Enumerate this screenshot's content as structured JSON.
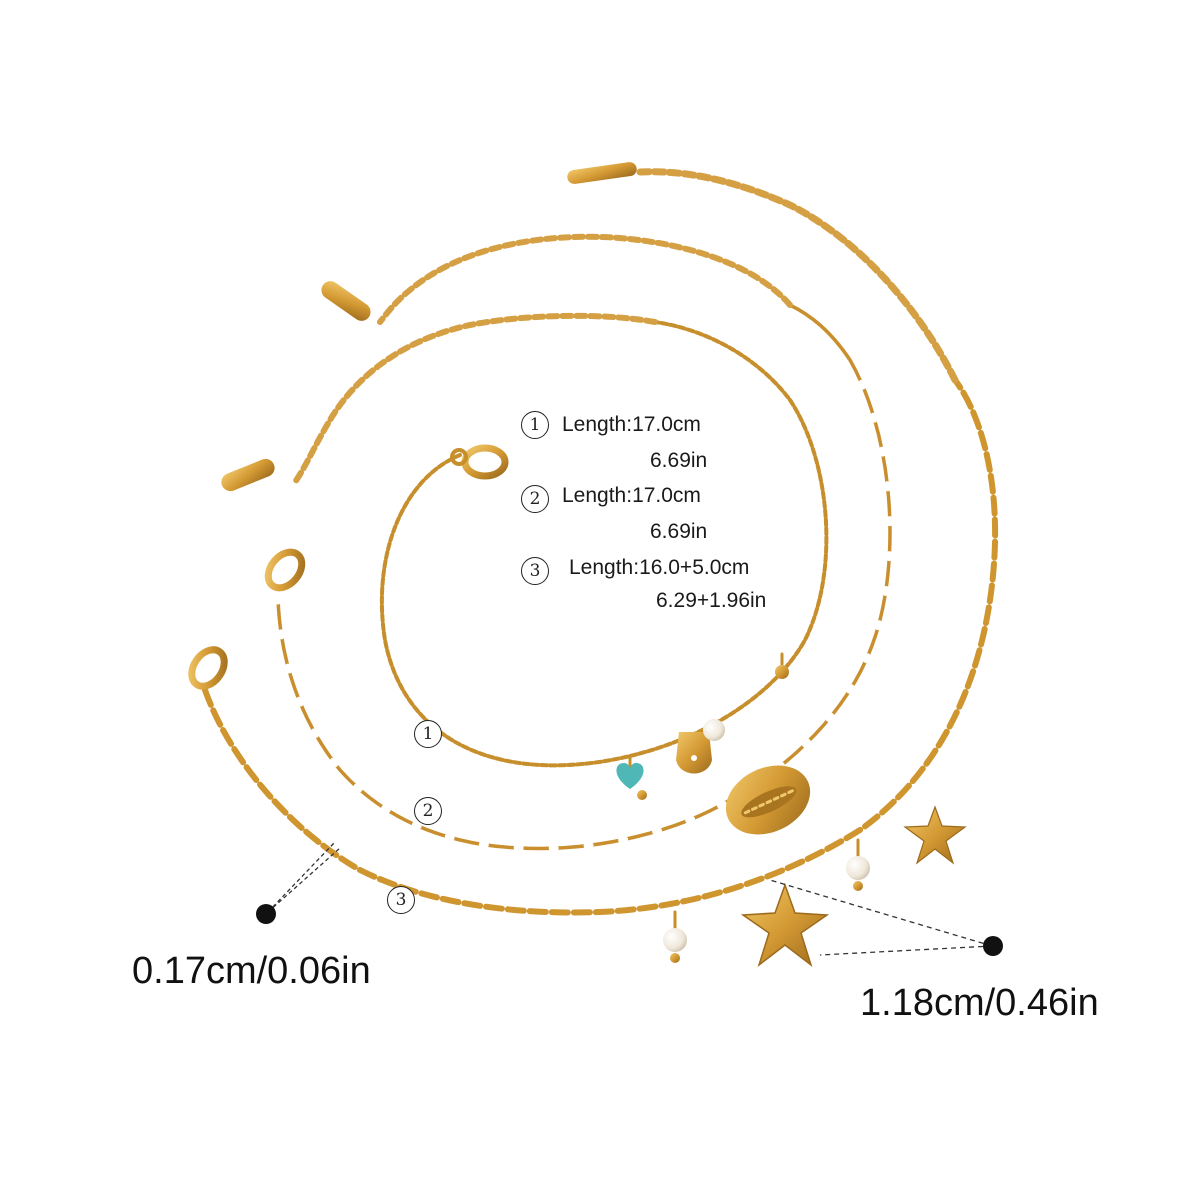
{
  "specs": [
    {
      "num": "1",
      "length": "Length:17.0cm",
      "inches": "6.69in"
    },
    {
      "num": "2",
      "length": "Length:17.0cm",
      "inches": "6.69in"
    },
    {
      "num": "3",
      "length": "Length:16.0+5.0cm",
      "inches": "6.29+1.96in"
    }
  ],
  "markers": [
    "1",
    "2",
    "3"
  ],
  "dimensions": {
    "chain_width": "0.17cm/0.06in",
    "charm_size": "1.18cm/0.46in"
  },
  "colors": {
    "gold": "#d9a441",
    "gold_dark": "#a87420",
    "turquoise": "#4fb7b5",
    "pearl": "#f4efe6"
  }
}
